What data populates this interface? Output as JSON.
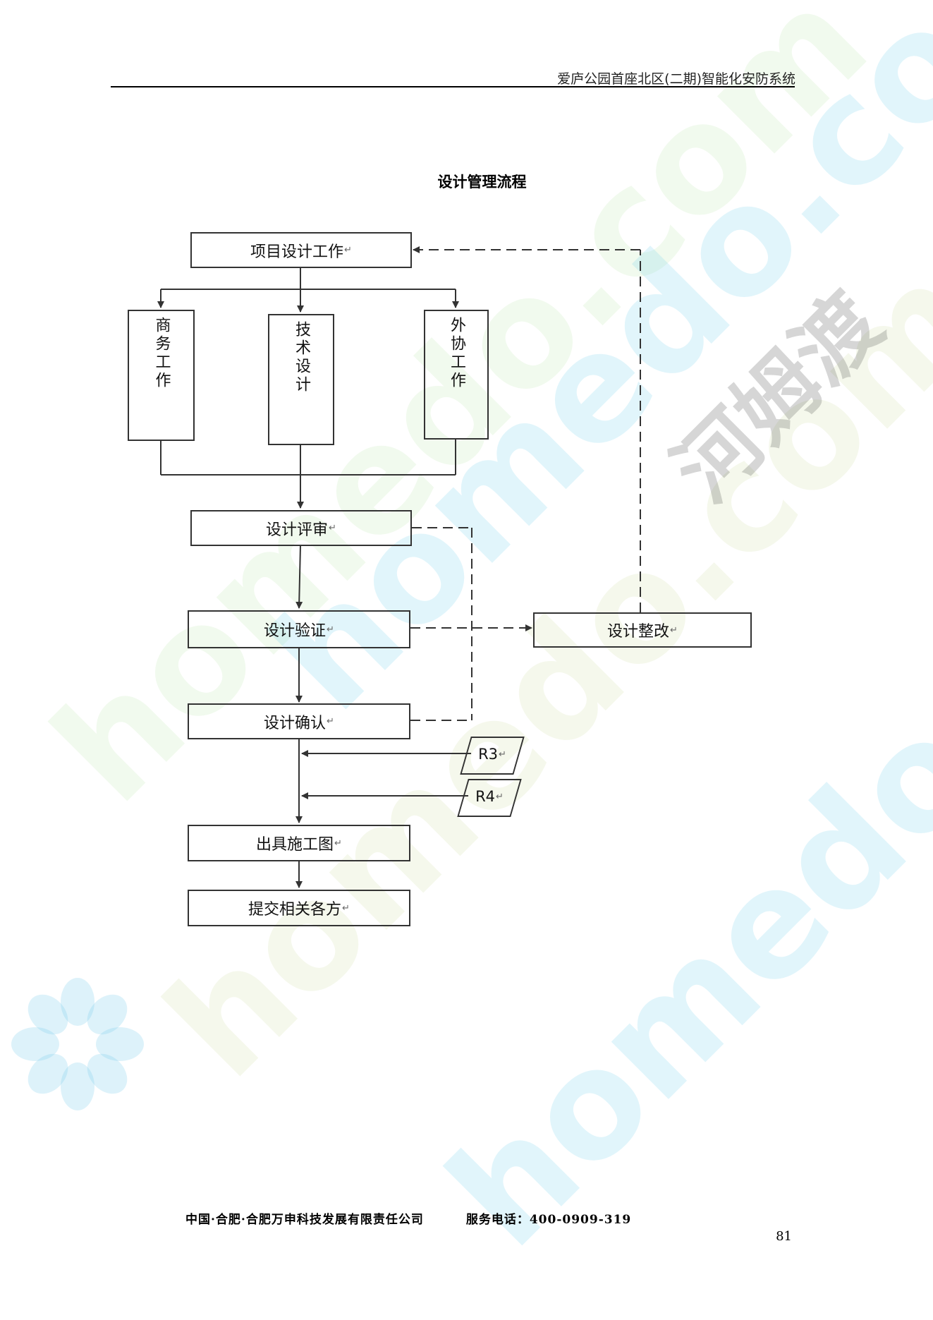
{
  "header": {
    "text": "爱庐公园首座北区(二期)智能化安防系统"
  },
  "title": "设计管理流程",
  "watermark": {
    "latin": "homedo.com",
    "cn": "河姆渡"
  },
  "flow": {
    "project_design": "项目设计工作",
    "business": "商务工作",
    "technical": "技术设计",
    "outsource": "外协工作",
    "review": "设计评审",
    "verify": "设计验证",
    "rectify": "设计整改",
    "confirm": "设计确认",
    "r3": "R3",
    "r4": "R4",
    "drawings": "出具施工图",
    "submit": "提交相关各方"
  },
  "footer": {
    "company": "中国·合肥·合肥万申科技发展有限责任公司",
    "service": "服务电话：400-0909-319"
  },
  "page_number": "81",
  "colors": {
    "watermark_cyan": "#c9eef5",
    "watermark_yellow": "#f1f6dc",
    "line": "#333333"
  }
}
